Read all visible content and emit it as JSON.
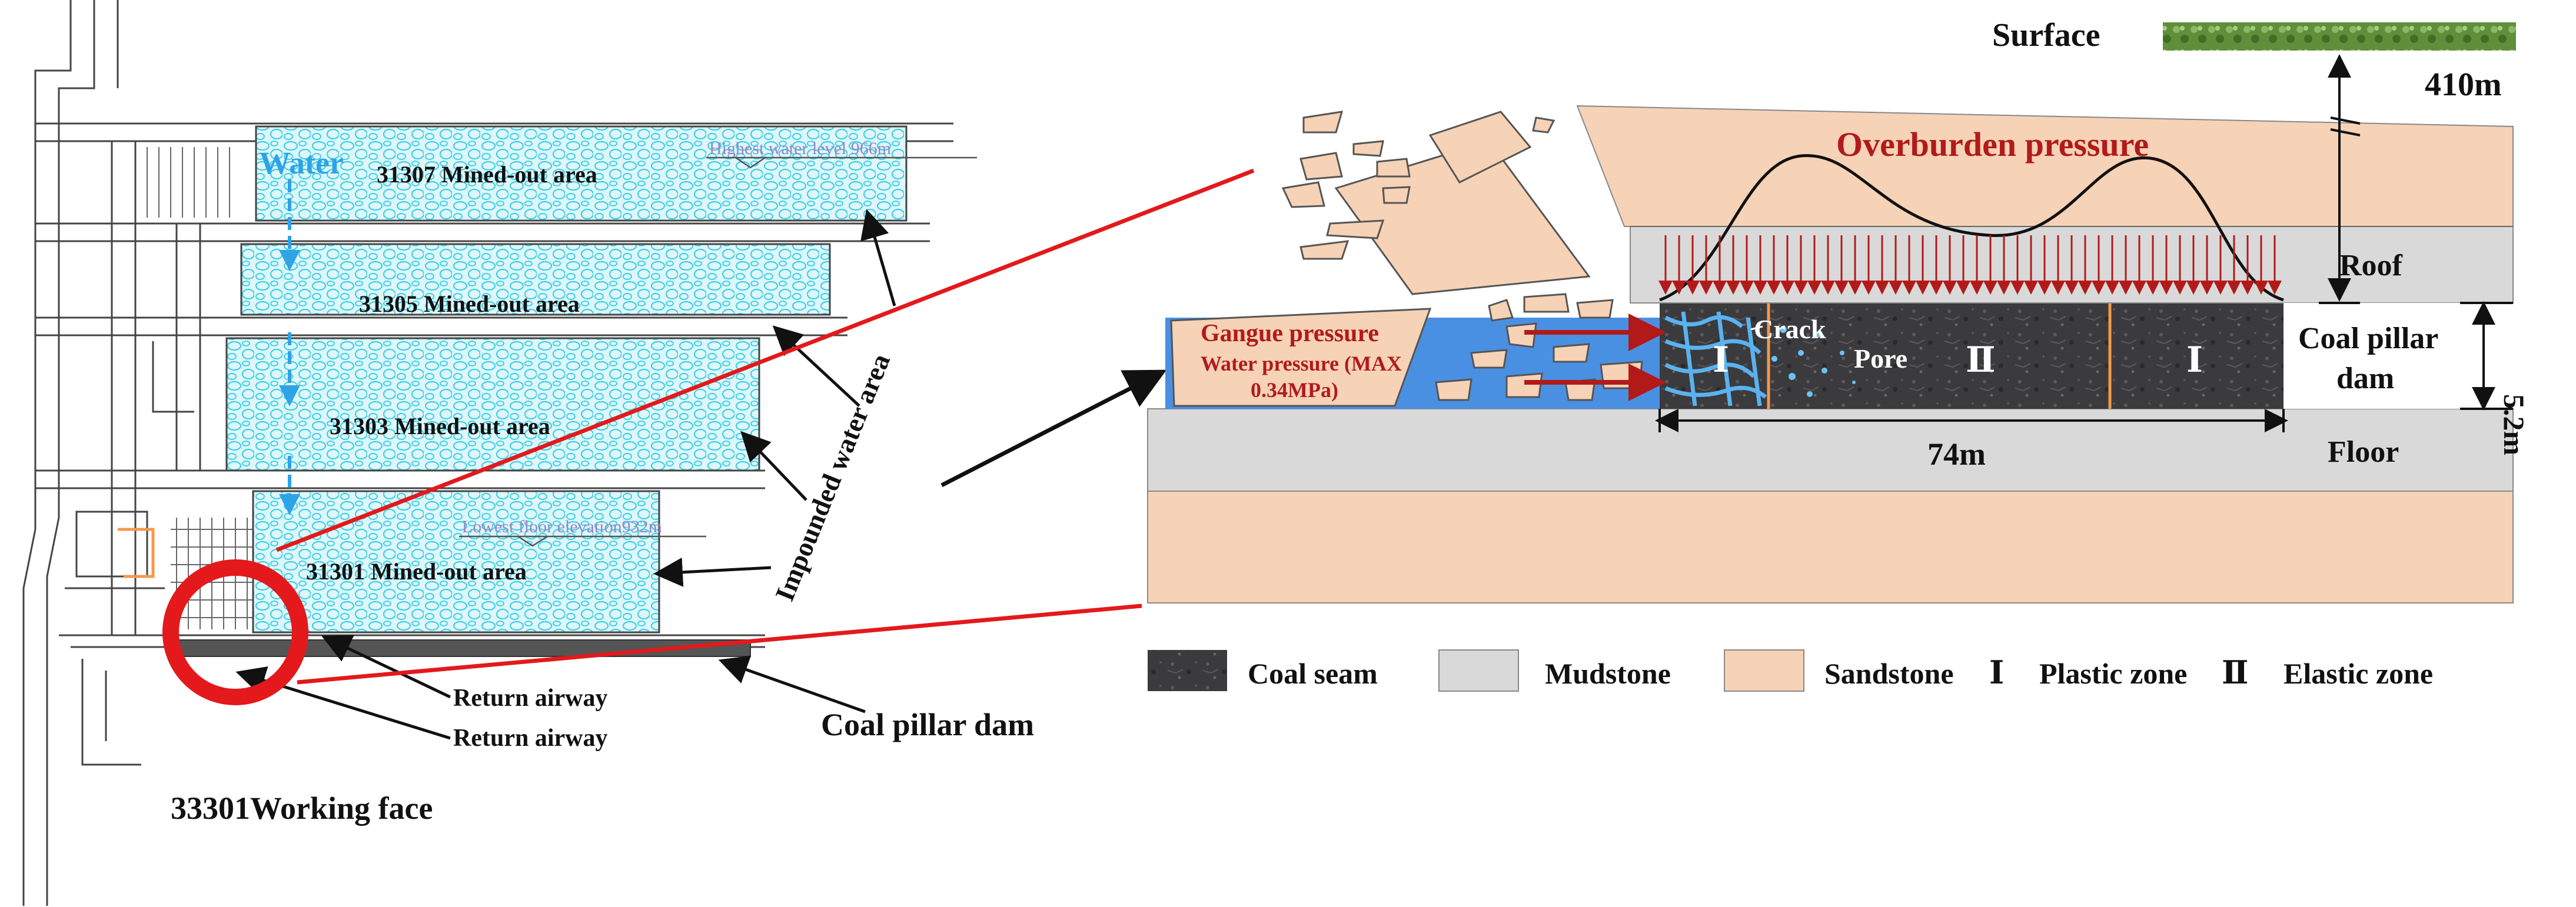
{
  "labels": {
    "water": "Water",
    "area_31307": "31307 Mined-out area",
    "area_31305": "31305 Mined-out area",
    "area_31303": "31303 Mined-out area",
    "area_31301": "31301 Mined-out area",
    "highest_level": "Highest water level 966m",
    "lowest_floor": "Lowest floor elevation932m",
    "impounded": "Impounded water area",
    "return_airway_1": "Return airway",
    "return_airway_2": "Return airway",
    "coal_pillar_dam_left": "Coal pillar dam",
    "working_face": "33301Working face",
    "surface": "Surface",
    "depth": "410m",
    "overburden": "Overburden pressure",
    "roof": "Roof",
    "floor": "Floor",
    "gangue_pressure": "Gangue pressure",
    "water_pressure_1": "Water pressure (MAX",
    "water_pressure_2": "0.34MPa)",
    "crack": "Crack",
    "pore": "Pore",
    "zone_plastic_left": "Ⅰ",
    "zone_elastic": "Ⅱ",
    "zone_plastic_right": "Ⅰ",
    "pillar_dam_1": "Coal pillar",
    "pillar_dam_2": "dam",
    "thickness": "5.2m",
    "width": "74m"
  },
  "legend": [
    {
      "label": "Coal seam",
      "color": "#3b3b3d"
    },
    {
      "label": "Mudstone",
      "color": "#d9d9d9"
    },
    {
      "label": "Sandstone",
      "color": "#f6d2b6"
    },
    {
      "symbol": "Ⅰ",
      "label": "Plastic zone"
    },
    {
      "symbol": "Ⅱ",
      "label": "Elastic zone"
    }
  ],
  "colors": {
    "sandstone": "#f6d2b6",
    "mudstone": "#d9d9d9",
    "coal": "#3b3b3d",
    "water": "#4a90e2",
    "water_area": "#d9f5f9",
    "red": "#b21a1a",
    "arrow_blue": "#2ea3e6"
  },
  "icons": {
    "surface": "grass-strip-icon",
    "highlight": "red-circle-highlight"
  }
}
